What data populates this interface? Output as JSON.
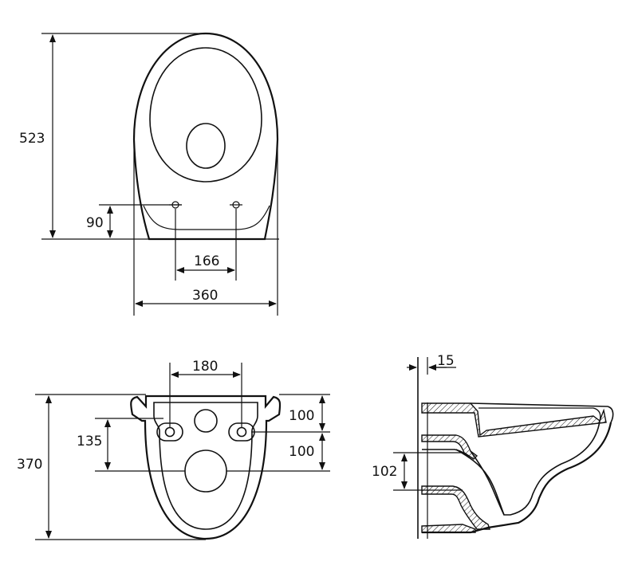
{
  "drawing": {
    "top_view": {
      "overall_length": "523",
      "bolt_height": "90",
      "bolt_spacing": "166",
      "overall_width": "360"
    },
    "rear_view": {
      "bolt_spacing": "180",
      "overall_height": "370",
      "bolt_offset": "135",
      "upper_spacing": "100",
      "lower_spacing": "100"
    },
    "side_section": {
      "wall_gap": "15",
      "inlet_spacing": "102"
    }
  }
}
